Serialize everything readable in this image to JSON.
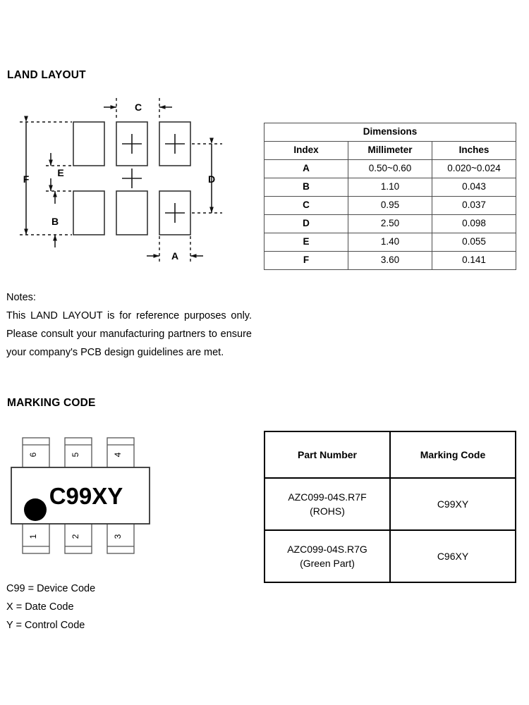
{
  "sections": {
    "land_layout_title": "LAND LAYOUT",
    "marking_code_title": "MARKING CODE"
  },
  "dimensions_table": {
    "caption": "Dimensions",
    "columns": [
      "Index",
      "Millimeter",
      "Inches"
    ],
    "rows": [
      {
        "index": "A",
        "millimeter": "0.50~0.60",
        "inches": "0.020~0.024"
      },
      {
        "index": "B",
        "millimeter": "1.10",
        "inches": "0.043"
      },
      {
        "index": "C",
        "millimeter": "0.95",
        "inches": "0.037"
      },
      {
        "index": "D",
        "millimeter": "2.50",
        "inches": "0.098"
      },
      {
        "index": "E",
        "millimeter": "1.40",
        "inches": "0.055"
      },
      {
        "index": "F",
        "millimeter": "3.60",
        "inches": "0.141"
      }
    ]
  },
  "land_layout_figure": {
    "dimension_labels": [
      "A",
      "B",
      "C",
      "D",
      "E",
      "F"
    ],
    "pad_count": 6,
    "pad_rows": 2,
    "pad_columns": 3
  },
  "notes": {
    "label": "Notes:",
    "body": "This LAND LAYOUT is for reference purposes only. Please consult your manufacturing partners to ensure your company's PCB design guidelines are met."
  },
  "marking_figure": {
    "body_marking": "C99XY",
    "top_pins": [
      "6",
      "5",
      "4"
    ],
    "bottom_pins": [
      "1",
      "2",
      "3"
    ],
    "polarity_dot": "polarity-dot"
  },
  "marking_table": {
    "columns": [
      "Part Number",
      "Marking Code"
    ],
    "rows": [
      {
        "part_number_line1": "AZC099-04S.R7F",
        "part_number_line2": "(ROHS)",
        "marking_code": "C99XY"
      },
      {
        "part_number_line1": "AZC099-04S.R7G",
        "part_number_line2": "(Green Part)",
        "marking_code": "C96XY"
      }
    ]
  },
  "marking_legend": {
    "lines": [
      "C99 = Device Code",
      "X = Date Code",
      "Y = Control Code"
    ]
  },
  "colors": {
    "ink": "#000000",
    "table_border": "#4d4d4d",
    "marking_table_border": "#000000",
    "pad_stroke": "#333333",
    "background": "#ffffff"
  }
}
